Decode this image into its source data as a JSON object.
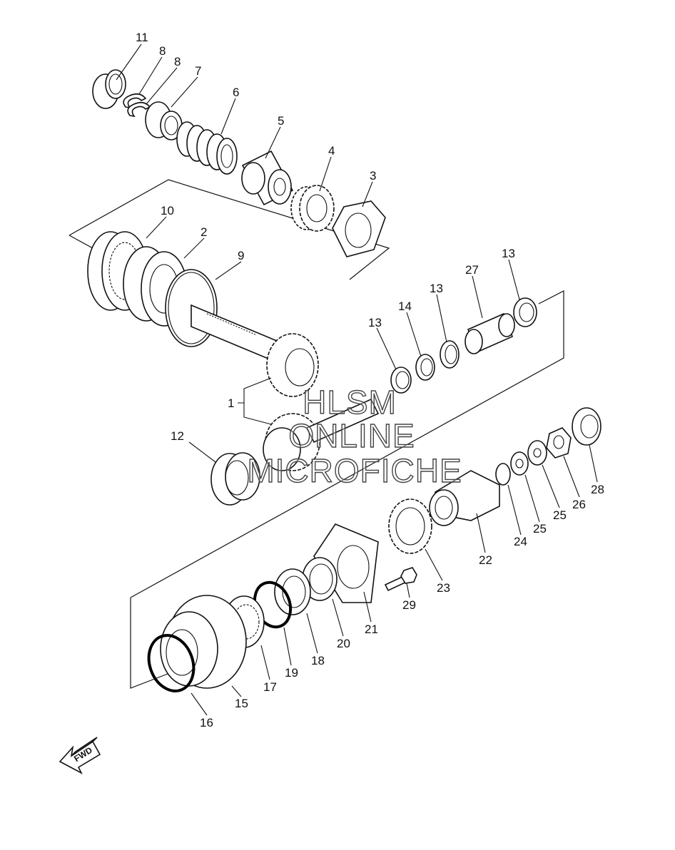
{
  "labels": {
    "p1": "1",
    "p2": "2",
    "p3": "3",
    "p4": "4",
    "p5": "5",
    "p6": "6",
    "p7": "7",
    "p8a": "8",
    "p8b": "8",
    "p9": "9",
    "p10": "10",
    "p11": "11",
    "p12": "12",
    "p13a": "13",
    "p13b": "13",
    "p13c": "13",
    "p14": "14",
    "p15": "15",
    "p16": "16",
    "p17": "17",
    "p18": "18",
    "p19": "19",
    "p20": "20",
    "p21": "21",
    "p22": "22",
    "p23": "23",
    "p24": "24",
    "p25a": "25",
    "p25b": "25",
    "p26": "26",
    "p27": "27",
    "p28": "28",
    "p29": "29"
  },
  "watermark": {
    "line1": "HLSM",
    "line2": "ONLINE",
    "line3": "MICROFICHE"
  },
  "direction_arrow": {
    "text": "FWD",
    "icon": "fwd-arrow-icon"
  }
}
